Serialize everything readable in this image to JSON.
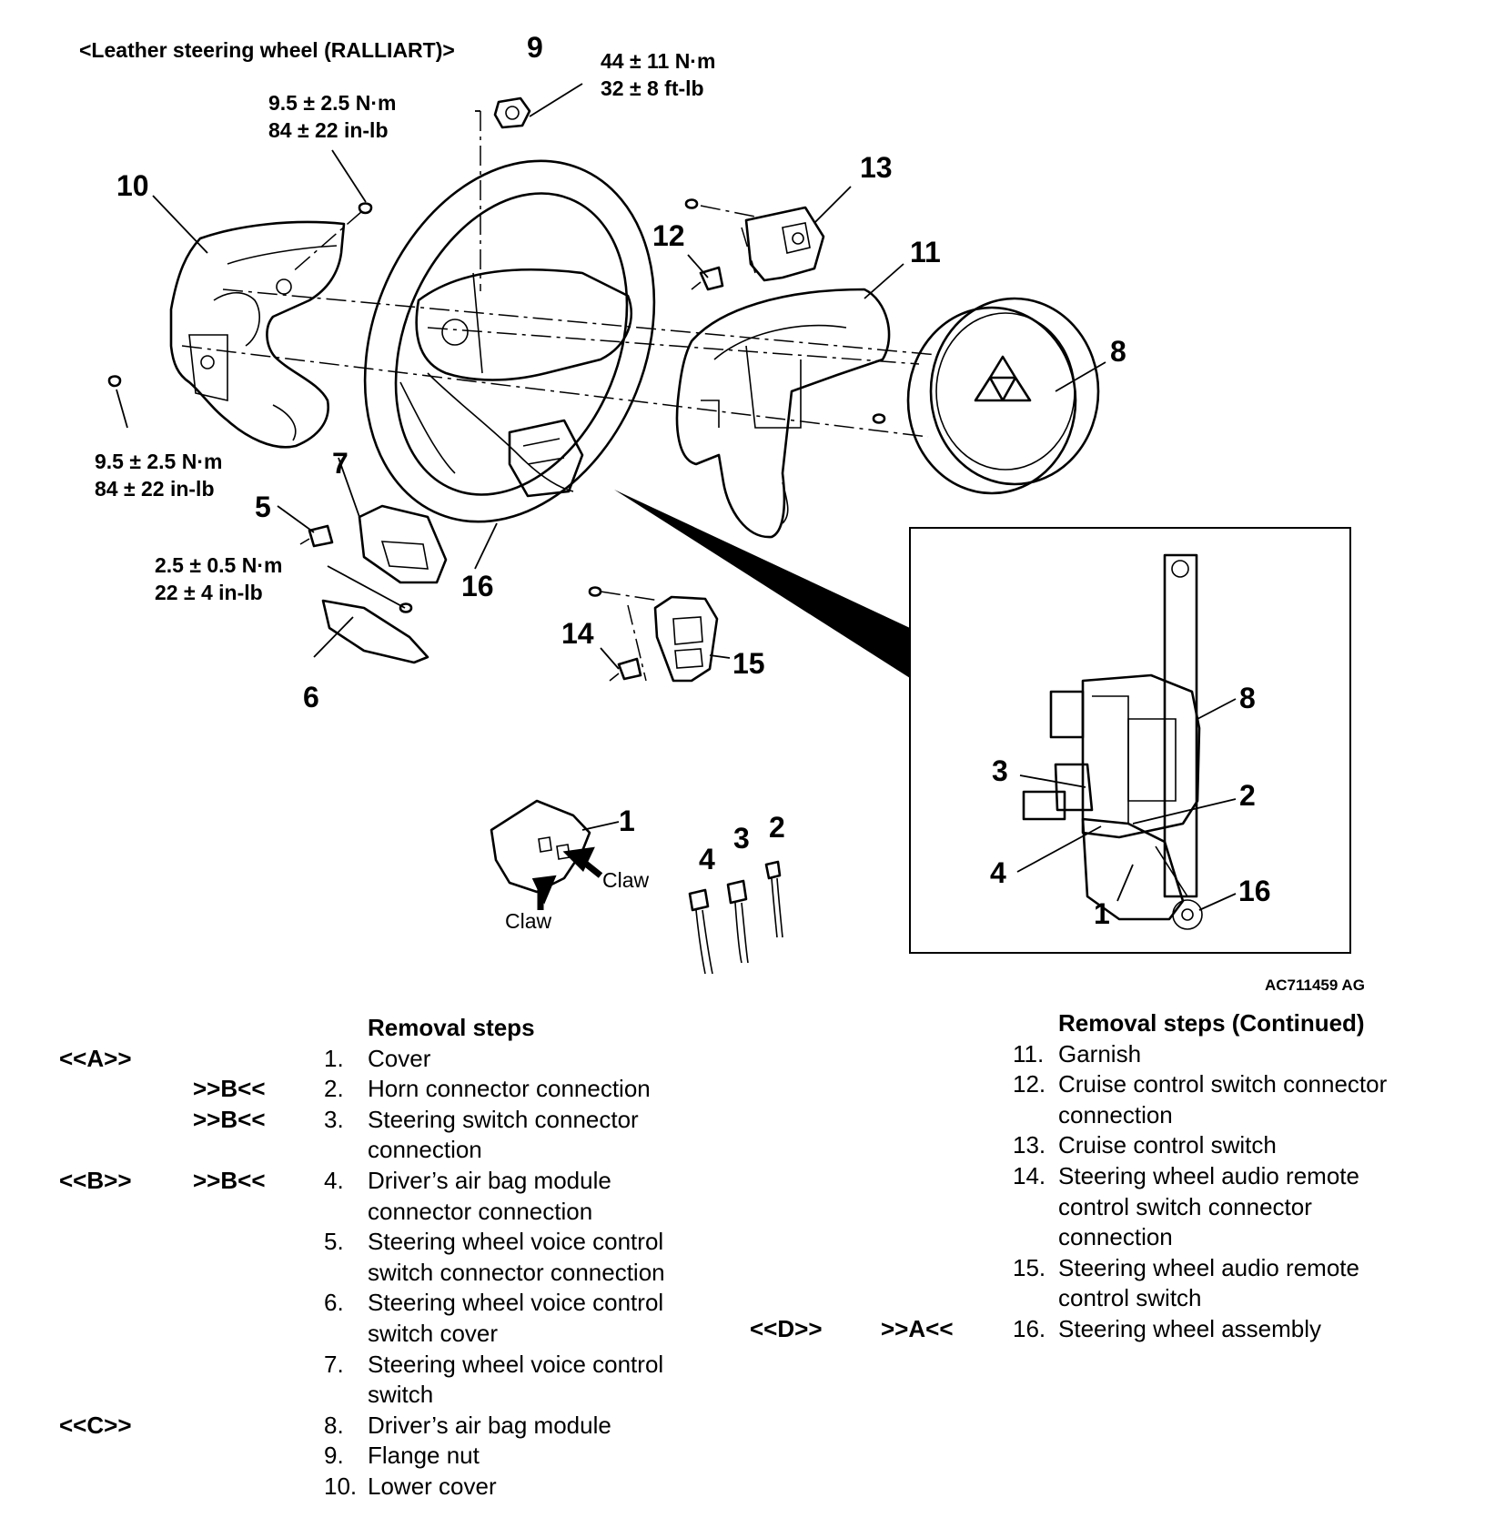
{
  "figure": {
    "title": "<Leather steering wheel (RALLIART)>",
    "code": "AC711459 AG",
    "claw_label": "Claw",
    "torques": {
      "flange_nut": [
        "44 ± 11 N·m",
        "32 ± 8 ft-lb"
      ],
      "lower_cover_top": [
        "9.5 ± 2.5 N·m",
        "84 ± 22 in-lb"
      ],
      "lower_cover_side": [
        "9.5 ± 2.5 N·m",
        "84 ± 22 in-lb"
      ],
      "voice_switch": [
        "2.5 ± 0.5 N·m",
        "22 ± 4 in-lb"
      ]
    },
    "callouts": [
      "1",
      "2",
      "3",
      "4",
      "5",
      "6",
      "7",
      "8",
      "9",
      "10",
      "11",
      "12",
      "13",
      "14",
      "15",
      "16"
    ]
  },
  "removal_steps": {
    "heading": "Removal steps",
    "heading_cont": "Removal steps (Continued)",
    "left": [
      {
        "c1": "<<A>>",
        "c2": "",
        "num": "1.",
        "text": "Cover"
      },
      {
        "c1": "",
        "c2": ">>B<<",
        "num": "2.",
        "text": "Horn connector connection"
      },
      {
        "c1": "",
        "c2": ">>B<<",
        "num": "3.",
        "text": "Steering switch connector connection"
      },
      {
        "c1": "<<B>>",
        "c2": ">>B<<",
        "num": "4.",
        "text": "Driver’s air bag module connector connection"
      },
      {
        "c1": "",
        "c2": "",
        "num": "5.",
        "text": "Steering wheel voice control switch connector connection"
      },
      {
        "c1": "",
        "c2": "",
        "num": "6.",
        "text": "Steering wheel voice control switch cover"
      },
      {
        "c1": "",
        "c2": "",
        "num": "7.",
        "text": "Steering wheel voice control switch"
      },
      {
        "c1": "<<C>>",
        "c2": "",
        "num": "8.",
        "text": "Driver’s air bag module"
      },
      {
        "c1": "",
        "c2": "",
        "num": "9.",
        "text": "Flange nut"
      },
      {
        "c1": "",
        "c2": "",
        "num": "10.",
        "text": "Lower cover"
      }
    ],
    "right": [
      {
        "c1": "",
        "c2": "",
        "num": "11.",
        "text": "Garnish"
      },
      {
        "c1": "",
        "c2": "",
        "num": "12.",
        "text": "Cruise control switch connector connection"
      },
      {
        "c1": "",
        "c2": "",
        "num": "13.",
        "text": "Cruise control switch"
      },
      {
        "c1": "",
        "c2": "",
        "num": "14.",
        "text": "Steering wheel audio remote control switch connector connection"
      },
      {
        "c1": "",
        "c2": "",
        "num": "15.",
        "text": "Steering wheel audio remote control switch"
      },
      {
        "c1": "<<D>>",
        "c2": ">>A<<",
        "num": "16.",
        "text": "Steering wheel assembly"
      }
    ]
  }
}
